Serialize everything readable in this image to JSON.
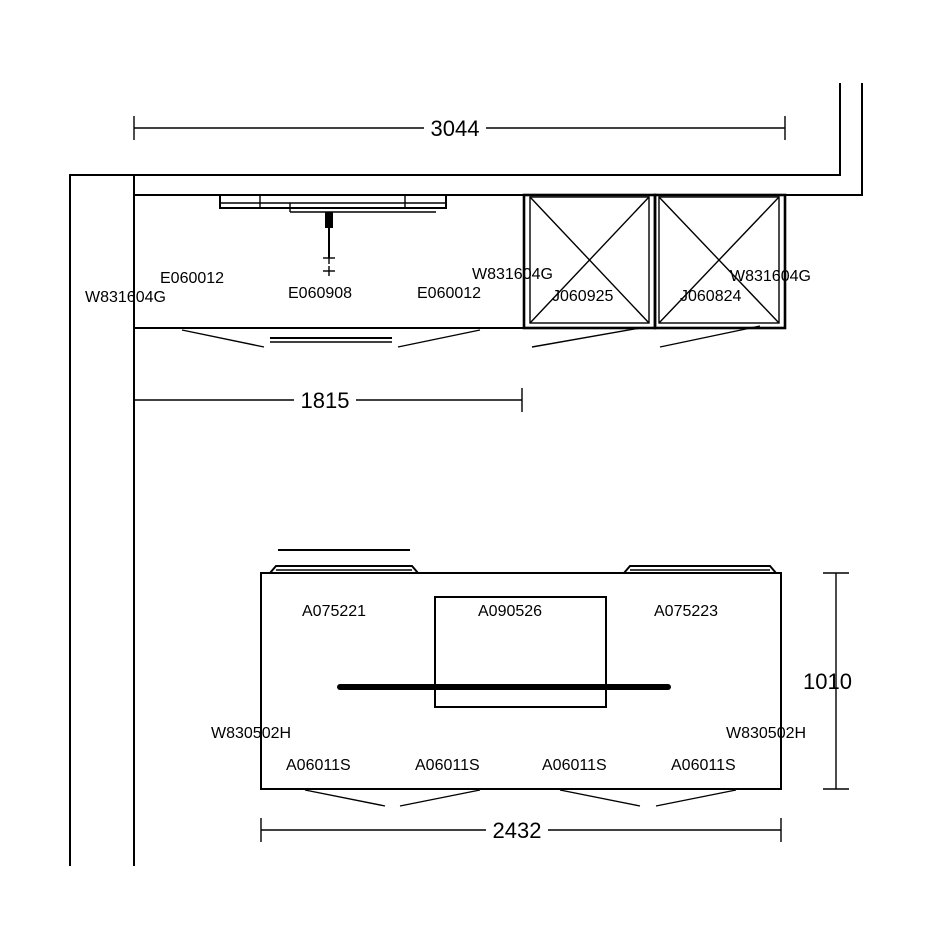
{
  "dimensions": {
    "top_width": "3044",
    "left_run": "1815",
    "island_width": "2432",
    "island_depth": "1010"
  },
  "wall_run": {
    "labels": {
      "w_left": "W831604G",
      "e_left": "E060012",
      "e_center": "E060908",
      "e_right": "E060012",
      "w_mid": "W831604G",
      "j_left": "J060925",
      "j_right": "J060824",
      "w_right": "W831604G"
    }
  },
  "island": {
    "labels": {
      "a_top_left": "A075221",
      "a_top_center": "A090526",
      "a_top_right": "A075223",
      "w_left": "W830502H",
      "w_right": "W830502H",
      "a_bottom_1": "A06011S",
      "a_bottom_2": "A06011S",
      "a_bottom_3": "A06011S",
      "a_bottom_4": "A06011S"
    }
  }
}
